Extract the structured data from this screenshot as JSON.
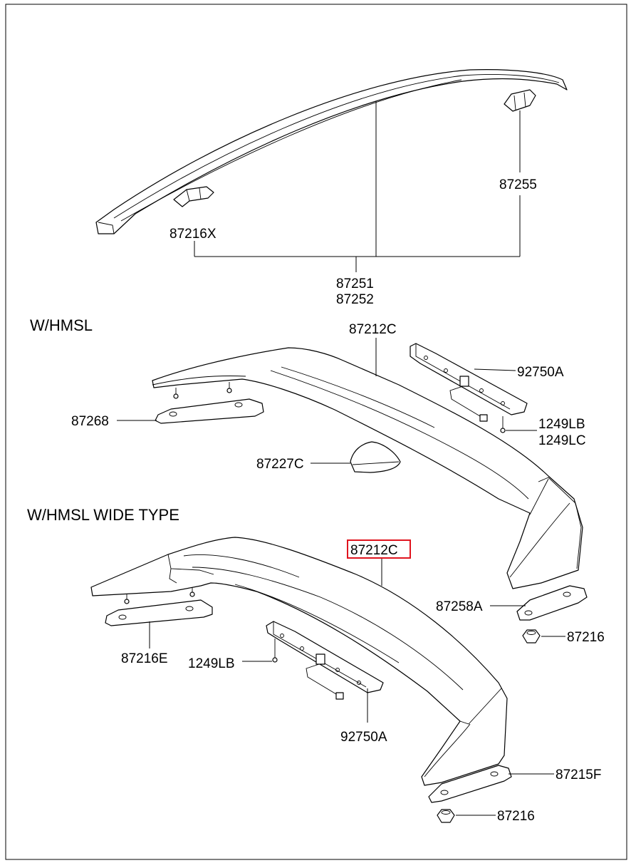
{
  "sections": {
    "hmsl": "W/HMSL",
    "wide": "W/HMSL WIDE TYPE"
  },
  "labels": {
    "p87216X": "87216X",
    "p87255": "87255",
    "p87251": "87251",
    "p87252": "87252",
    "p87212C_top": "87212C",
    "p92750A_top": "92750A",
    "p87268": "87268",
    "p1249LB_top": "1249LB",
    "p1249LC": "1249LC",
    "p87227C": "87227C",
    "p87212C_wide": "87212C",
    "p87258A": "87258A",
    "p87216_mid": "87216",
    "p87216E": "87216E",
    "p1249LB_wide": "1249LB",
    "p92750A_wide": "92750A",
    "p87215F": "87215F",
    "p87216_bot": "87216"
  },
  "colors": {
    "highlight": "#e0141e",
    "line": "#000000",
    "background": "#ffffff"
  }
}
